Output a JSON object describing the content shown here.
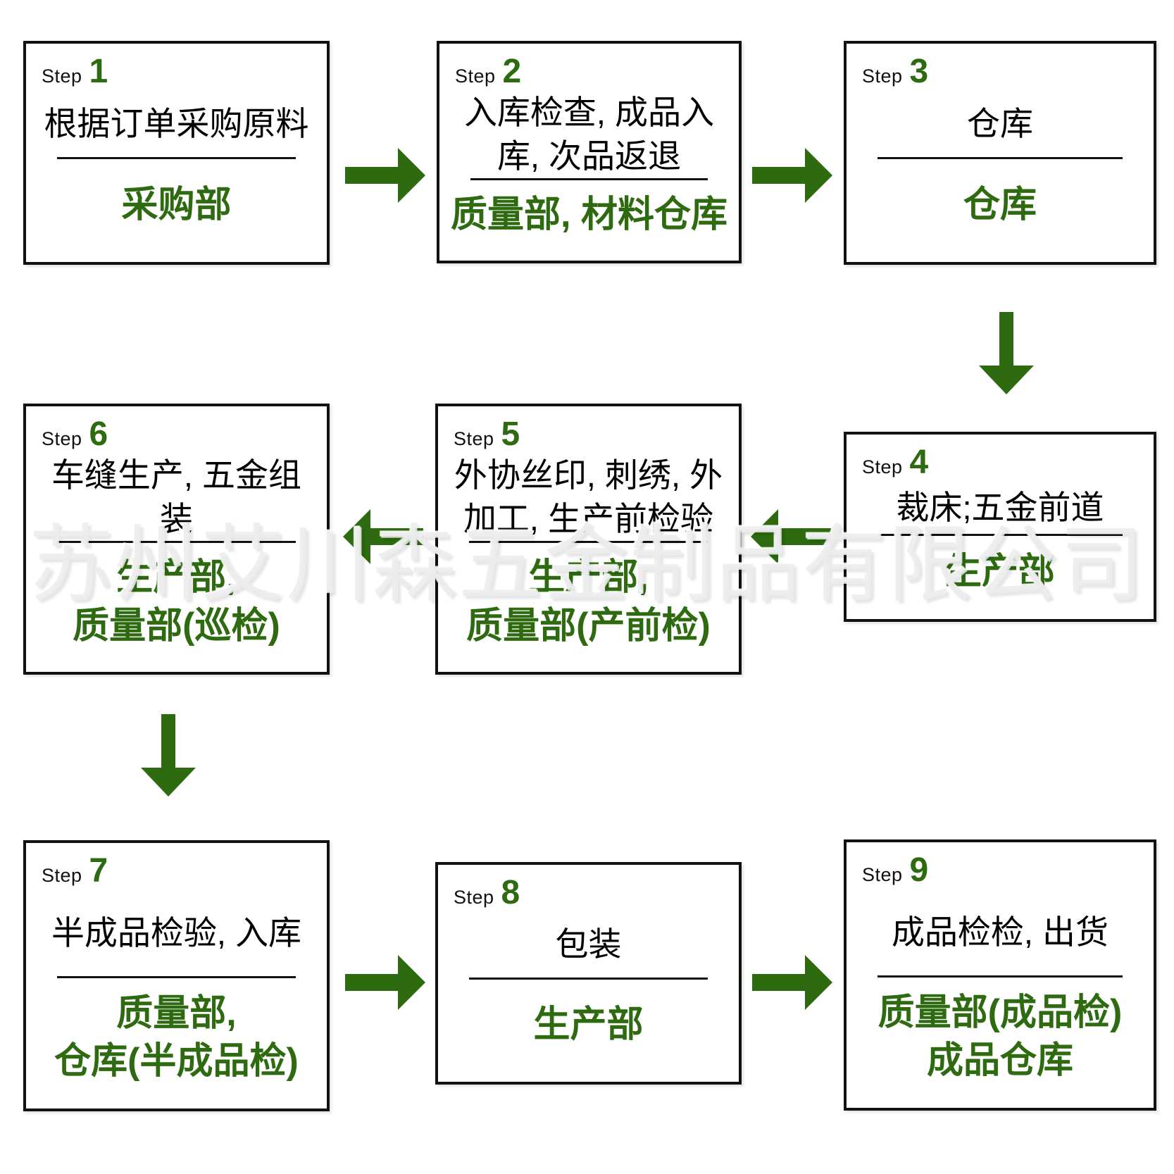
{
  "watermark": "苏州艾川森五金制品有限公司",
  "colors": {
    "accent_green": "#2e6b10",
    "ink": "#111111",
    "watermark_gray": "#ececec"
  },
  "icons": {
    "arrow-right": "css-triangle-right",
    "arrow-left": "css-triangle-left",
    "arrow-down": "css-triangle-down"
  },
  "steps": [
    {
      "label": "Step",
      "number": "1",
      "description": "根据订单采购原料",
      "department": [
        "采购部"
      ]
    },
    {
      "label": "Step",
      "number": "2",
      "description": "入库检查, 成品入库, 次品返退",
      "department": [
        "质量部, 材料仓库"
      ]
    },
    {
      "label": "Step",
      "number": "3",
      "description": "仓库",
      "department": [
        "仓库"
      ]
    },
    {
      "label": "Step",
      "number": "4",
      "description": "裁床;五金前道",
      "department": [
        "生产部"
      ]
    },
    {
      "label": "Step",
      "number": "5",
      "description": "外协丝印, 刺绣, 外加工, 生产前检验",
      "department": [
        "生产部,",
        "质量部(产前检)"
      ]
    },
    {
      "label": "Step",
      "number": "6",
      "description": "车缝生产, 五金组装",
      "department": [
        "生产部,",
        "质量部(巡检)"
      ]
    },
    {
      "label": "Step",
      "number": "7",
      "description": "半成品检验, 入库",
      "department": [
        "质量部,",
        "仓库(半成品检)"
      ]
    },
    {
      "label": "Step",
      "number": "8",
      "description": "包装",
      "department": [
        "生产部"
      ]
    },
    {
      "label": "Step",
      "number": "9",
      "description": "成品检检, 出货",
      "department": [
        "质量部(成品检)",
        "成品仓库"
      ]
    }
  ]
}
